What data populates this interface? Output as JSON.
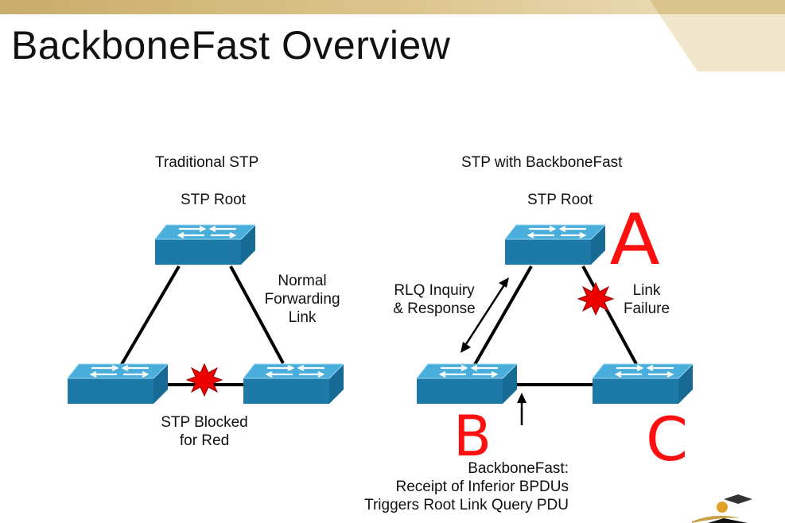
{
  "slide": {
    "title": "BackboneFast Overview"
  },
  "left_diagram": {
    "heading": "Traditional STP",
    "root_label": "STP Root",
    "link_label_line1": "Normal",
    "link_label_line2": "Forwarding",
    "link_label_line3": "Link",
    "blocked_label_line1": "STP Blocked",
    "blocked_label_line2": "for Red"
  },
  "right_diagram": {
    "heading": "STP with BackboneFast",
    "root_label": "STP Root",
    "rlq_label_line1": "RLQ Inquiry",
    "rlq_label_line2": "& Response",
    "failure_label_line1": "Link",
    "failure_label_line2": "Failure",
    "caption_line1": "BackboneFast:",
    "caption_line2": "Receipt of Inferior BPDUs",
    "caption_line3": "Triggers Root Link Query PDU"
  },
  "annotations": {
    "a": "A",
    "b": "B",
    "c": "C"
  },
  "colors": {
    "switch_top": "#3a9ecf",
    "switch_side": "#1d7aa8",
    "link": "#000000",
    "burst": "#ee0000",
    "handwriting": "#ff1010"
  }
}
